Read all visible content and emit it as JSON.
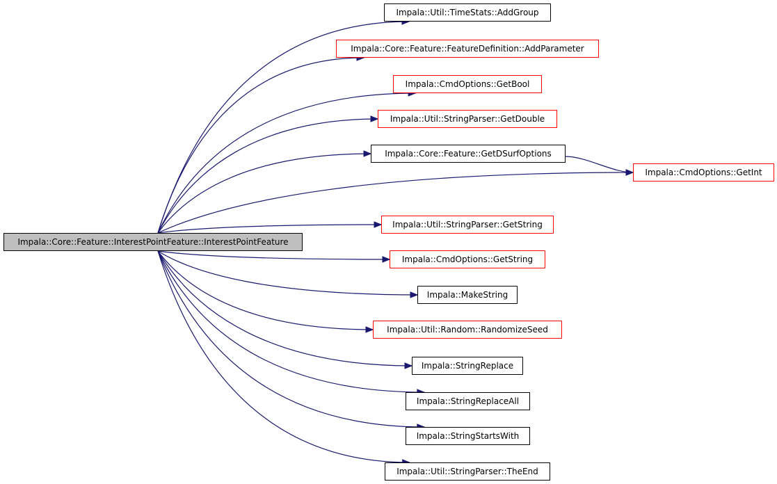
{
  "graph": {
    "root": {
      "label": "Impala::Core::Feature::InterestPointFeature::InterestPointFeature",
      "color": "#bfbfbf"
    },
    "edge_color": "#191970",
    "nodes": [
      {
        "id": "n0",
        "label": "Impala::Util::TimeStats::AddGroup",
        "border": "black"
      },
      {
        "id": "n1",
        "label": "Impala::Core::Feature::FeatureDefinition::AddParameter",
        "border": "red"
      },
      {
        "id": "n2",
        "label": "Impala::CmdOptions::GetBool",
        "border": "red"
      },
      {
        "id": "n3",
        "label": "Impala::Util::StringParser::GetDouble",
        "border": "red"
      },
      {
        "id": "n4",
        "label": "Impala::Core::Feature::GetDSurfOptions",
        "border": "black"
      },
      {
        "id": "n5",
        "label": "Impala::CmdOptions::GetInt",
        "border": "red"
      },
      {
        "id": "n6",
        "label": "Impala::Util::StringParser::GetString",
        "border": "red"
      },
      {
        "id": "n7",
        "label": "Impala::CmdOptions::GetString",
        "border": "red"
      },
      {
        "id": "n8",
        "label": "Impala::MakeString",
        "border": "black"
      },
      {
        "id": "n9",
        "label": "Impala::Util::Random::RandomizeSeed",
        "border": "red"
      },
      {
        "id": "n10",
        "label": "Impala::StringReplace",
        "border": "black"
      },
      {
        "id": "n11",
        "label": "Impala::StringReplaceAll",
        "border": "black"
      },
      {
        "id": "n12",
        "label": "Impala::StringStartsWith",
        "border": "black"
      },
      {
        "id": "n13",
        "label": "Impala::Util::StringParser::TheEnd",
        "border": "black"
      }
    ],
    "edges": [
      [
        "root",
        "n0"
      ],
      [
        "root",
        "n1"
      ],
      [
        "root",
        "n2"
      ],
      [
        "root",
        "n3"
      ],
      [
        "root",
        "n4"
      ],
      [
        "root",
        "n5"
      ],
      [
        "root",
        "n6"
      ],
      [
        "root",
        "n7"
      ],
      [
        "root",
        "n8"
      ],
      [
        "root",
        "n9"
      ],
      [
        "root",
        "n10"
      ],
      [
        "root",
        "n11"
      ],
      [
        "root",
        "n12"
      ],
      [
        "root",
        "n13"
      ],
      [
        "n4",
        "n5"
      ]
    ]
  }
}
